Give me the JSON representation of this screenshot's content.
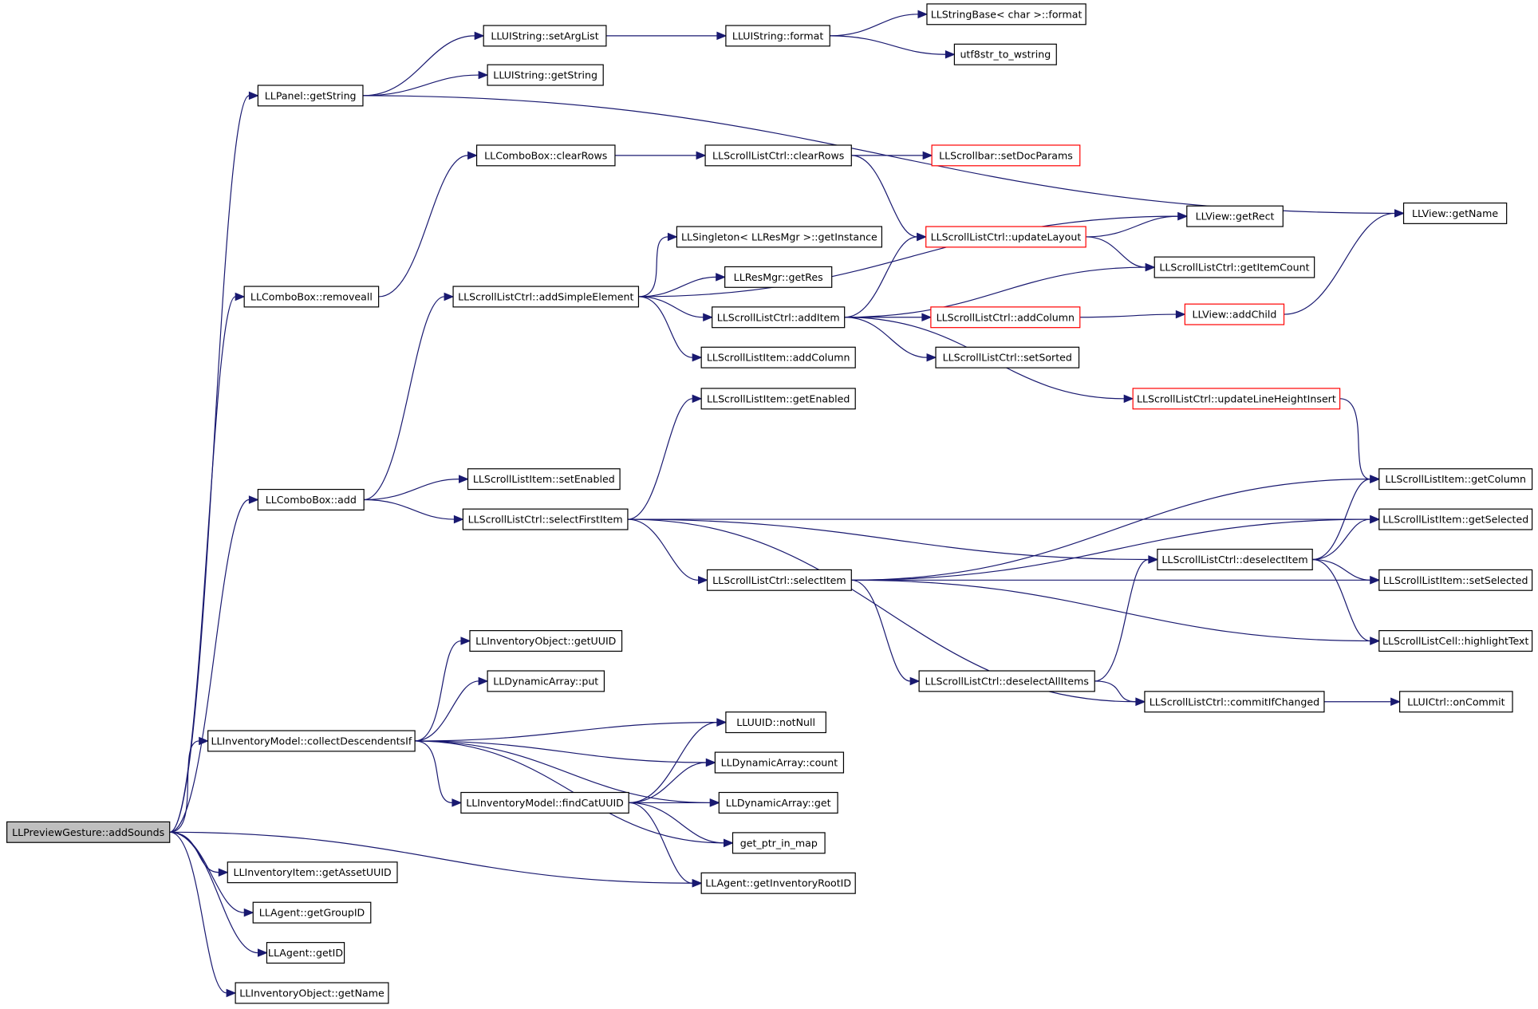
{
  "colors": {
    "edge": "#191970",
    "node_border": "#000000",
    "partial_border": "#ff0000",
    "root_fill": "#bfbfbf"
  },
  "nodes": [
    {
      "id": "n0",
      "label": "LLPreviewGesture::addSounds",
      "style": "root"
    },
    {
      "id": "n1",
      "label": "LLPanel::getString"
    },
    {
      "id": "n2",
      "label": "LLUIString::setArgList"
    },
    {
      "id": "n3",
      "label": "LLUIString::getString"
    },
    {
      "id": "n4",
      "label": "LLUIString::format"
    },
    {
      "id": "n5",
      "label": "LLStringBase< char >::format"
    },
    {
      "id": "n6",
      "label": "utf8str_to_wstring"
    },
    {
      "id": "n7",
      "label": "LLComboBox::clearRows"
    },
    {
      "id": "n8",
      "label": "LLScrollListCtrl::clearRows"
    },
    {
      "id": "n9",
      "label": "LLScrollbar::setDocParams",
      "style": "partial"
    },
    {
      "id": "n10",
      "label": "LLView::getName"
    },
    {
      "id": "n11",
      "label": "LLView::getRect"
    },
    {
      "id": "n12",
      "label": "LLScrollListCtrl::updateLayout",
      "style": "partial"
    },
    {
      "id": "n13",
      "label": "LLSingleton< LLResMgr >::getInstance"
    },
    {
      "id": "n14",
      "label": "LLScrollListCtrl::getItemCount"
    },
    {
      "id": "n15",
      "label": "LLResMgr::getRes"
    },
    {
      "id": "n16",
      "label": "LLComboBox::removeall"
    },
    {
      "id": "n17",
      "label": "LLScrollListCtrl::addSimpleElement"
    },
    {
      "id": "n18",
      "label": "LLScrollListCtrl::addItem"
    },
    {
      "id": "n19",
      "label": "LLScrollListCtrl::addColumn",
      "style": "partial"
    },
    {
      "id": "n20",
      "label": "LLView::addChild",
      "style": "partial"
    },
    {
      "id": "n21",
      "label": "LLScrollListItem::addColumn"
    },
    {
      "id": "n22",
      "label": "LLScrollListCtrl::setSorted"
    },
    {
      "id": "n23",
      "label": "LLScrollListItem::getEnabled"
    },
    {
      "id": "n24",
      "label": "LLScrollListCtrl::updateLineHeightInsert",
      "style": "partial"
    },
    {
      "id": "n25",
      "label": "LLScrollListItem::setEnabled"
    },
    {
      "id": "n26",
      "label": "LLComboBox::add"
    },
    {
      "id": "n27",
      "label": "LLScrollListCtrl::selectFirstItem"
    },
    {
      "id": "n28",
      "label": "LLScrollListItem::getColumn"
    },
    {
      "id": "n29",
      "label": "LLScrollListItem::getSelected"
    },
    {
      "id": "n30",
      "label": "LLScrollListCtrl::deselectItem"
    },
    {
      "id": "n31",
      "label": "LLScrollListCtrl::selectItem"
    },
    {
      "id": "n32",
      "label": "LLScrollListItem::setSelected"
    },
    {
      "id": "n33",
      "label": "LLScrollListCell::highlightText"
    },
    {
      "id": "n34",
      "label": "LLInventoryObject::getUUID"
    },
    {
      "id": "n35",
      "label": "LLDynamicArray::put"
    },
    {
      "id": "n36",
      "label": "LLScrollListCtrl::deselectAllItems"
    },
    {
      "id": "n37",
      "label": "LLScrollListCtrl::commitIfChanged"
    },
    {
      "id": "n38",
      "label": "LLUICtrl::onCommit"
    },
    {
      "id": "n39",
      "label": "LLUUID::notNull"
    },
    {
      "id": "n40",
      "label": "LLInventoryModel::collectDescendentsIf"
    },
    {
      "id": "n41",
      "label": "LLDynamicArray::count"
    },
    {
      "id": "n42",
      "label": "LLInventoryModel::findCatUUID"
    },
    {
      "id": "n43",
      "label": "LLDynamicArray::get"
    },
    {
      "id": "n44",
      "label": "get_ptr_in_map"
    },
    {
      "id": "n45",
      "label": "LLInventoryItem::getAssetUUID"
    },
    {
      "id": "n46",
      "label": "LLAgent::getInventoryRootID"
    },
    {
      "id": "n47",
      "label": "LLAgent::getGroupID"
    },
    {
      "id": "n48",
      "label": "LLAgent::getID"
    },
    {
      "id": "n49",
      "label": "LLInventoryObject::getName"
    }
  ],
  "edges": [
    [
      "n0",
      "n1"
    ],
    [
      "n0",
      "n16"
    ],
    [
      "n0",
      "n26"
    ],
    [
      "n0",
      "n40"
    ],
    [
      "n0",
      "n46"
    ],
    [
      "n0",
      "n45"
    ],
    [
      "n0",
      "n47"
    ],
    [
      "n0",
      "n48"
    ],
    [
      "n0",
      "n49"
    ],
    [
      "n1",
      "n2"
    ],
    [
      "n1",
      "n3"
    ],
    [
      "n1",
      "n10"
    ],
    [
      "n2",
      "n4"
    ],
    [
      "n4",
      "n5"
    ],
    [
      "n4",
      "n6"
    ],
    [
      "n16",
      "n7"
    ],
    [
      "n7",
      "n8"
    ],
    [
      "n8",
      "n9"
    ],
    [
      "n8",
      "n12"
    ],
    [
      "n12",
      "n11"
    ],
    [
      "n12",
      "n14"
    ],
    [
      "n26",
      "n17"
    ],
    [
      "n26",
      "n25"
    ],
    [
      "n26",
      "n27"
    ],
    [
      "n17",
      "n11"
    ],
    [
      "n17",
      "n13"
    ],
    [
      "n17",
      "n15"
    ],
    [
      "n17",
      "n18"
    ],
    [
      "n17",
      "n21"
    ],
    [
      "n18",
      "n12"
    ],
    [
      "n18",
      "n14"
    ],
    [
      "n18",
      "n19"
    ],
    [
      "n18",
      "n22"
    ],
    [
      "n18",
      "n24"
    ],
    [
      "n19",
      "n20"
    ],
    [
      "n20",
      "n10"
    ],
    [
      "n24",
      "n28"
    ],
    [
      "n27",
      "n23"
    ],
    [
      "n27",
      "n29"
    ],
    [
      "n27",
      "n30"
    ],
    [
      "n27",
      "n31"
    ],
    [
      "n27",
      "n37"
    ],
    [
      "n31",
      "n28"
    ],
    [
      "n31",
      "n29"
    ],
    [
      "n31",
      "n32"
    ],
    [
      "n31",
      "n33"
    ],
    [
      "n31",
      "n36"
    ],
    [
      "n30",
      "n28"
    ],
    [
      "n30",
      "n29"
    ],
    [
      "n30",
      "n32"
    ],
    [
      "n30",
      "n33"
    ],
    [
      "n36",
      "n30"
    ],
    [
      "n36",
      "n37"
    ],
    [
      "n37",
      "n38"
    ],
    [
      "n40",
      "n34"
    ],
    [
      "n40",
      "n35"
    ],
    [
      "n40",
      "n39"
    ],
    [
      "n40",
      "n41"
    ],
    [
      "n40",
      "n42"
    ],
    [
      "n40",
      "n43"
    ],
    [
      "n40",
      "n44"
    ],
    [
      "n42",
      "n39"
    ],
    [
      "n42",
      "n41"
    ],
    [
      "n42",
      "n43"
    ],
    [
      "n42",
      "n44"
    ],
    [
      "n42",
      "n46"
    ]
  ]
}
